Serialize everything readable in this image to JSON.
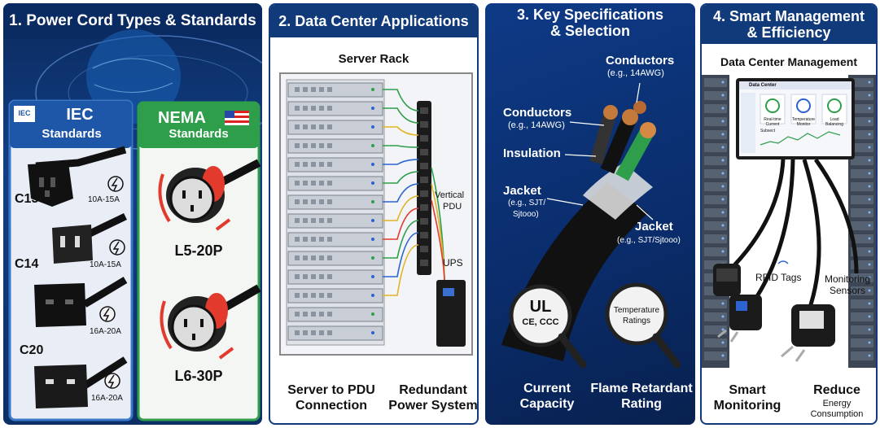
{
  "panels": {
    "p1": {
      "title": "1. Power Cord Types & Standards",
      "iec": {
        "badge": "IEC",
        "title": "IEC",
        "subtitle": "Standards"
      },
      "nema": {
        "title": "NEMA",
        "subtitle": "Standards"
      },
      "iec_items": [
        {
          "name": "C13",
          "rating": "10A-15A"
        },
        {
          "name": "C14",
          "rating": "10A-15A"
        },
        {
          "name": "",
          "rating": "16A-20A"
        },
        {
          "name": "C20",
          "rating": "16A-20A"
        }
      ],
      "nema_items": [
        {
          "name": "L5-20P"
        },
        {
          "name": "L6-30P"
        }
      ]
    },
    "p2": {
      "title": "2. Data Center Applications",
      "rack_label": "Server Rack",
      "pdu_label_1": "Vertical",
      "pdu_label_2": "PDU",
      "ups_label": "UPS",
      "caption_left": "Server to PDU Connection",
      "caption_right": "Redundant Power System"
    },
    "p3": {
      "title_line1": "3. Key Specifications",
      "title_line2": "& Selection",
      "conductors_top": "Conductors",
      "conductors_top_sub": "(e.g., 14AWG)",
      "conductors_left": "Conductors",
      "conductors_left_sub": "(e.g., 14AWG)",
      "insulation": "Insulation",
      "jacket_left": "Jacket",
      "jacket_left_sub1": "(e.g., SJT/",
      "jacket_left_sub2": "Sjtooo)",
      "jacket_right": "Jacket",
      "jacket_right_sub": "(e.g., SJT/Sjtooo)",
      "ul_main": "UL",
      "ul_sub": "CE, CCC",
      "temp_line1": "Temperature",
      "temp_line2": "Ratings",
      "caption_left": "Current Capacity",
      "caption_right": "Flame Retardant Rating"
    },
    "p4": {
      "title_line1": "4. Smart Management",
      "title_line2": "& Efficiency",
      "subtitle": "Data Center Management",
      "dashboard_title": "Data Center",
      "cards": [
        {
          "label": "Real-time Current"
        },
        {
          "label": "Temperature Monitor"
        },
        {
          "label": "Load Balancing"
        }
      ],
      "chart_label": "Subsect",
      "rfid": "RFID Tags",
      "monitoring": "Monitoring Sensors",
      "caption_left": "Smart Monitoring",
      "caption_right": "Reduce",
      "caption_right_sub": "Energy Consumption"
    }
  },
  "colors": {
    "navy": "#113a7a",
    "iec_blue": "#1e56a8",
    "nema_green": "#2e9e4a",
    "accent_red": "#e23b2e",
    "copper": "#c47a3a"
  }
}
